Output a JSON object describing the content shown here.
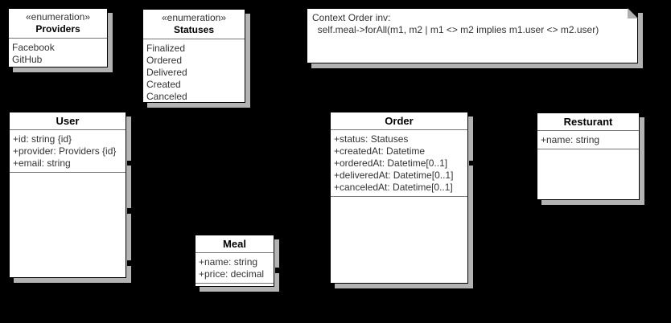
{
  "diagram": {
    "background": "#000000",
    "colors": {
      "box_fill": "#ffffff",
      "box_border": "#000000",
      "compartment_divider": "#757575",
      "title_text": "#000000",
      "body_text": "#333333",
      "shadow": "#b3b3b3",
      "note_fold": "#b0b0b0"
    },
    "enums": [
      {
        "stereotype": "«enumeration»",
        "name": "Providers",
        "values": [
          "Facebook",
          "GitHub"
        ]
      },
      {
        "stereotype": "«enumeration»",
        "name": "Statuses",
        "values": [
          "Finalized",
          "Ordered",
          "Delivered",
          "Created",
          "Canceled"
        ]
      }
    ],
    "classes": [
      {
        "name": "User",
        "attributes": [
          "+id: string {id}",
          "+provider: Providers {id}",
          "+email: string"
        ]
      },
      {
        "name": "Order",
        "attributes": [
          "+status: Statuses",
          "+createdAt: Datetime",
          "+orderedAt: Datetime[0..1]",
          "+deliveredAt: Datetime[0..1]",
          "+canceledAt: Datetime[0..1]"
        ]
      },
      {
        "name": "Resturant",
        "attributes": [
          "+name: string"
        ]
      },
      {
        "name": "Meal",
        "attributes": [
          "+name: string",
          "+price: decimal"
        ]
      }
    ],
    "note": {
      "lines": [
        "Context Order inv:",
        "  self.meal->forAll(m1, m2 | m1 <> m2 implies m1.user <> m2.user)"
      ]
    }
  }
}
